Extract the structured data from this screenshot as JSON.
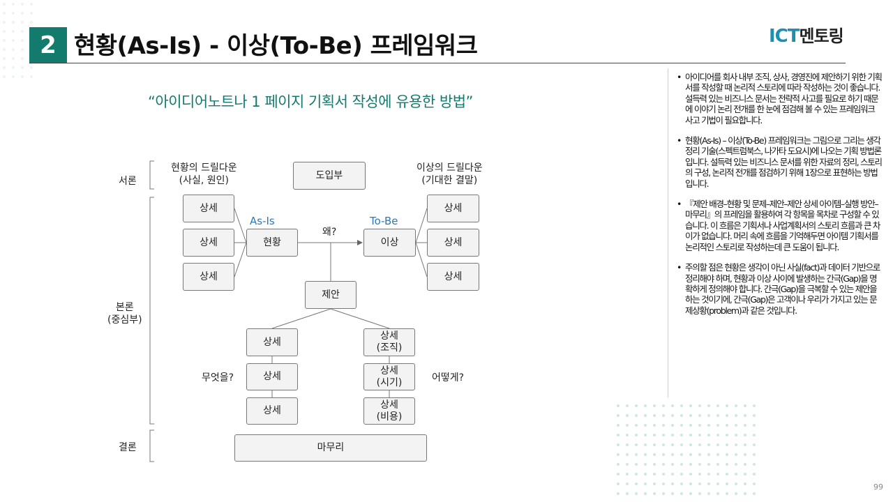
{
  "header": {
    "number": "2",
    "title": "현황(As-Is) - 이상(To-Be) 프레임워크",
    "logo_ict": "ICT",
    "logo_text": "멘토링"
  },
  "subtitle": "“아이디어노트나 1 페이지 기획서 작성에 유용한 방법”",
  "diagram": {
    "sections": {
      "intro": "서론",
      "body": "본론\n(중심부)",
      "conclusion": "결론"
    },
    "asis_drilldown": "현황의 드릴다운\n(사실, 원인)",
    "tobe_drilldown": "이상의 드릴다운\n(기대한 결말)",
    "intro_box": "도입부",
    "asis_label": "As-Is",
    "tobe_label": "To-Be",
    "current_box": "현황",
    "ideal_box": "이상",
    "why": "왜?",
    "proposal_box": "제안",
    "detail": "상세",
    "detail_org": "상세\n(조직)",
    "detail_time": "상세\n(시기)",
    "detail_cost": "상세\n(비용)",
    "what": "무엇을?",
    "how": "어떻게?",
    "closing_box": "마무리"
  },
  "notes": [
    "아이디어를 회사 내부 조직, 상사, 경영진에 제안하기 위한 기획서를 작성할 때 논리적 스토리에 따라 작성하는 것이 좋습니다. 설득력 있는 비즈니스 문서는 전략적 사고를 필요로 하기 때문에 이야기 논리 전개를 한 눈에 점검해 볼 수 있는 프레임워크 사고 기법이 필요합니다.",
    "현황(As-Is) – 이상(To-Be) 프레임워크는 그림으로 그리는 생각정리 기술(스펙트럼북스, 나가타 도요시)에 나오는 기획 방법론입니다. 설득력 있는 비즈니스 문서를 위한 자료의 정리, 스토리의 구성, 논리적 전개를 점검하기 위해 1장으로 표현하는 방법입니다.",
    "『제안 배경–현황 및 문제–제안–제안 상세 아이템–실행 방안–마무리』의 프레임을 활용하여 각 항목을 목차로 구성할 수 있습니다. 이 흐름은 기획서나 사업계획서의 스토리 흐름과 큰 차이가 없습니다. 머리 속에 흐름을 기억해두면 아이템 기획서를 논리적인 스토리로 작성하는데 큰 도움이 됩니다.",
    "주의할 점은 현황은 생각이 아닌 사실(fact)과 데이터 기반으로 정리해야 하며, 현황과 이상 사이에 발생하는 간극(Gap)을 명확하게 정의해야 합니다. 간극(Gap)을 극복할 수 있는 제안을 하는 것이기에, 간극(Gap)은 고객이나 우리가 가지고 있는 문제상황(problem)과 같은 것입니다."
  ],
  "page_number": "99",
  "colors": {
    "accent": "#137a6e",
    "logo_blue": "#1f8fb0",
    "label_blue": "#2a78b8",
    "dots": "#cfe7e1"
  }
}
